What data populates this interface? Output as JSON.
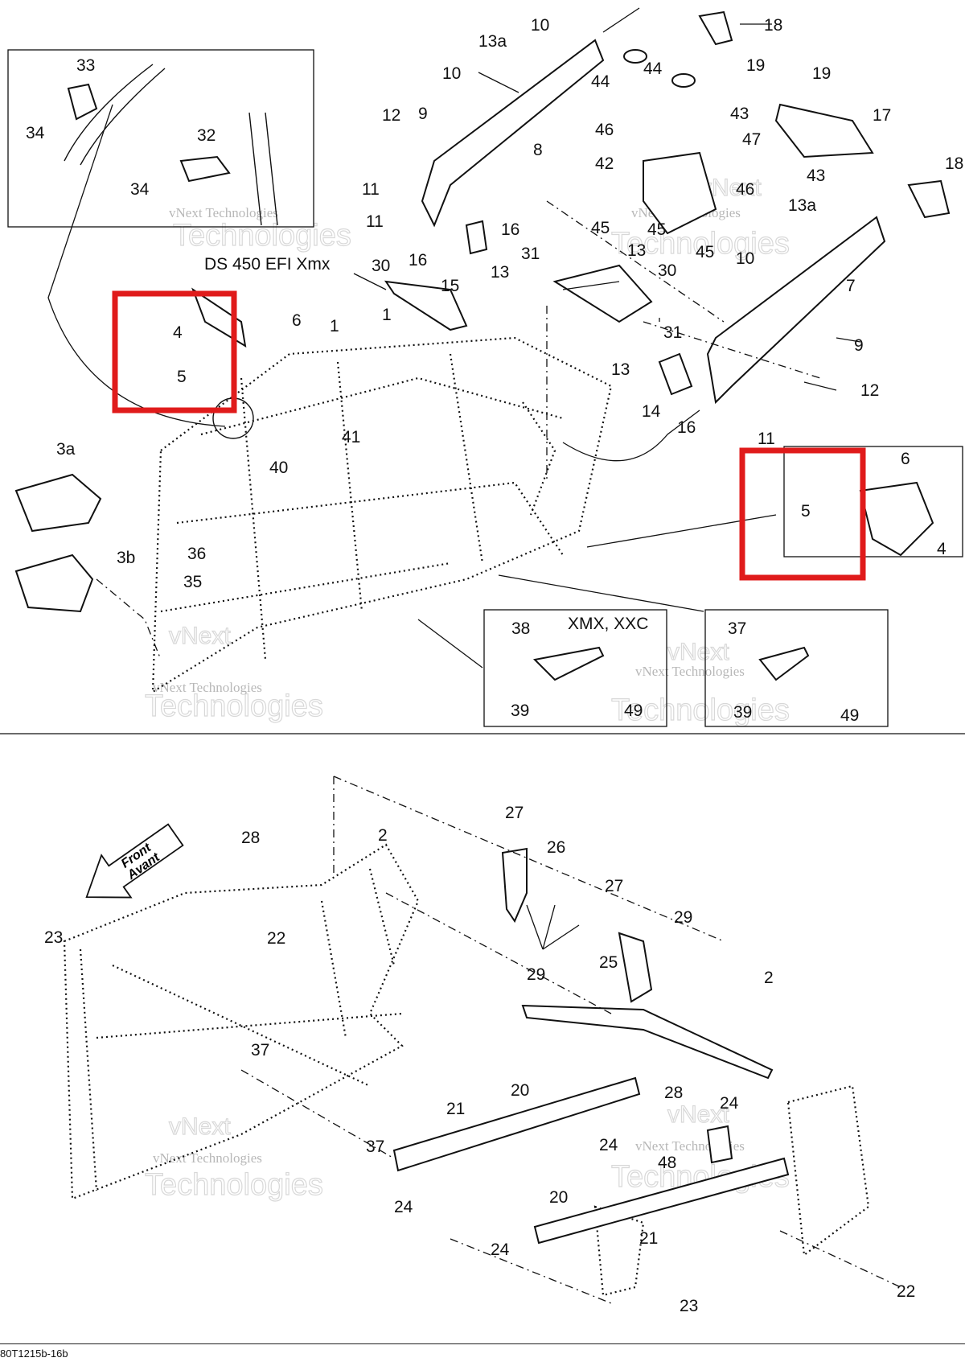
{
  "diagram": {
    "labels_top": [
      "DS 450 EFI Xmx",
      "XMX, XXC"
    ],
    "front_arrow": {
      "line1": "Front",
      "line2": "Avant"
    },
    "watermark": {
      "line1": "vNext",
      "line2": "Technologies",
      "small": "vNext Technologies"
    },
    "footer_code": "80T1215b-16b",
    "callouts_top": [
      "33",
      "34",
      "34",
      "32",
      "13a",
      "10",
      "10",
      "18",
      "44",
      "44",
      "19",
      "19",
      "17",
      "12",
      "9",
      "8",
      "43",
      "46",
      "47",
      "42",
      "43",
      "46",
      "18",
      "13a",
      "11",
      "11",
      "16",
      "16",
      "15",
      "13",
      "45",
      "45",
      "45",
      "13",
      "30",
      "31",
      "30",
      "7",
      "10",
      "4",
      "6",
      "5",
      "1",
      "1",
      "31",
      "9",
      "13",
      "12",
      "14",
      "16",
      "11",
      "41",
      "40",
      "3a",
      "6",
      "5",
      "4",
      "3b",
      "36",
      "35",
      "38",
      "37",
      "39",
      "49",
      "39",
      "49"
    ],
    "callouts_bottom": [
      "27",
      "26",
      "28",
      "2",
      "27",
      "29",
      "22",
      "23",
      "29",
      "25",
      "2",
      "37",
      "28",
      "20",
      "21",
      "24",
      "37",
      "24",
      "48",
      "24",
      "20",
      "21",
      "24",
      "23",
      "22"
    ]
  }
}
